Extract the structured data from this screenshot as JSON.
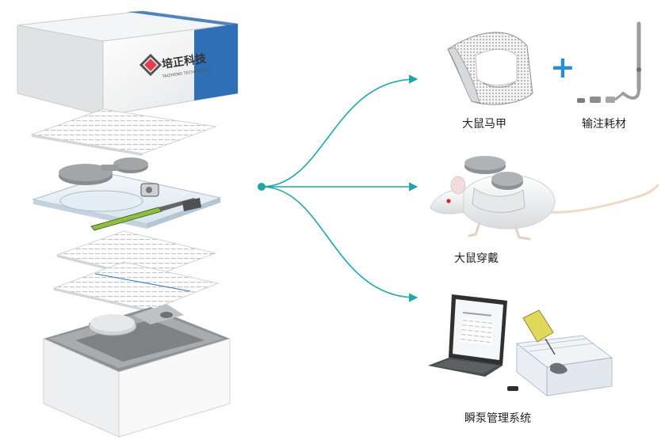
{
  "brand": {
    "name": "培正科技",
    "sub": "TAIZHENG TECHNOLOGY"
  },
  "captions": {
    "jacket": "大鼠马甲",
    "infusion": "输注耗材",
    "wearing": "大鼠穿戴",
    "system": "瞬泵管理系统"
  },
  "plus_symbol": "+",
  "colors": {
    "teal": "#21a6a8",
    "brand_blue": "#2f6fb5",
    "gray": "#b9bcbe",
    "dark_gray": "#6e7173"
  }
}
